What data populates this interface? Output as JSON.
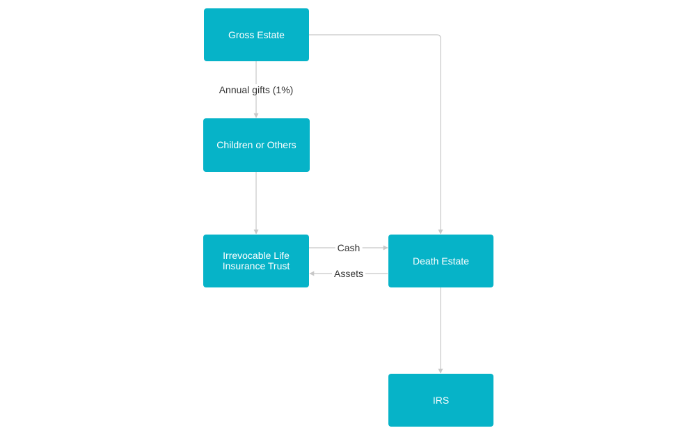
{
  "colors": {
    "node_fill": "#06b3c8",
    "node_text": "#ffffff",
    "connector": "#c8c8c8",
    "label_text": "#333333",
    "background": "#ffffff"
  },
  "nodes": {
    "gross_estate": "Gross Estate",
    "children_or_others": "Children or Others",
    "ilit": "Irrevocable Life Insurance Trust",
    "death_estate": "Death Estate",
    "irs": "IRS"
  },
  "edges": {
    "annual_gifts": "Annual gifts (1%)",
    "cash": "Cash",
    "assets": "Assets"
  }
}
